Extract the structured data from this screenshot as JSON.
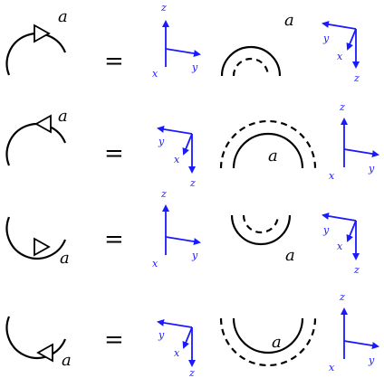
{
  "diagram": {
    "equals_symbol": "=",
    "colors": {
      "line": "#000000",
      "axes": "#1a1aff"
    },
    "rows": [
      {
        "left_label": "a",
        "rhs_label": "a",
        "frame_a": {
          "up": "z",
          "down": "x",
          "right": "y"
        },
        "frame_b": {
          "left": "y",
          "down_short": "x",
          "down_long": "z"
        }
      },
      {
        "left_label": "a",
        "rhs_label": "a",
        "frame_a": {
          "left": "y",
          "down_short": "x",
          "down_long": "z"
        },
        "frame_b": {
          "up": "z",
          "down": "x",
          "right": "y"
        }
      },
      {
        "left_label": "a",
        "rhs_label": "a",
        "frame_a": {
          "up": "z",
          "down": "x",
          "right": "y"
        },
        "frame_b": {
          "left": "y",
          "down_short": "x",
          "down_long": "z"
        }
      },
      {
        "left_label": "a",
        "rhs_label": "a",
        "frame_a": {
          "left": "y",
          "down_short": "x",
          "down_long": "z"
        },
        "frame_b": {
          "up": "z",
          "down": "x",
          "right": "y"
        }
      }
    ]
  }
}
